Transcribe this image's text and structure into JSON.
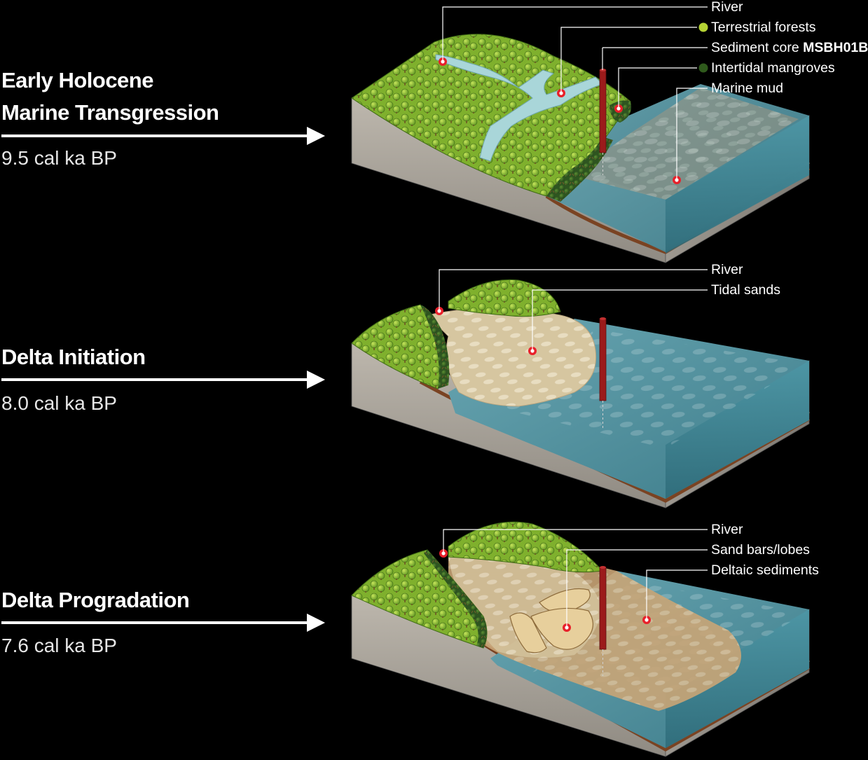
{
  "stages": [
    {
      "title_line1": "Early Holocene",
      "title_line2": "Marine Transgression",
      "date": "9.5 cal ka BP",
      "labels": [
        {
          "text": "River"
        },
        {
          "text": "Terrestrial forests",
          "legend_color": "#b5d334"
        },
        {
          "text": "Sediment core ",
          "bold": "MSBH01B"
        },
        {
          "text": "Intertidal mangroves",
          "legend_color": "#2f5a1c"
        },
        {
          "text": "Marine mud"
        }
      ]
    },
    {
      "title_line1": "Delta Initiation",
      "date": "8.0 cal ka BP",
      "labels": [
        {
          "text": "River"
        },
        {
          "text": "Tidal sands"
        }
      ]
    },
    {
      "title_line1": "Delta Progradation",
      "date": "7.6 cal ka BP",
      "labels": [
        {
          "text": "River"
        },
        {
          "text": "Sand bars/lobes"
        },
        {
          "text": "Deltaic sediments"
        }
      ]
    }
  ],
  "colors": {
    "background": "#000000",
    "forest": "#9bc53a",
    "mangrove": "#3a6b24",
    "water": "#4f8f9c",
    "sand": "#d8c7a2",
    "block_side": "#a8a39a",
    "core": "#9b1b1b",
    "marker": "#e8202a"
  }
}
